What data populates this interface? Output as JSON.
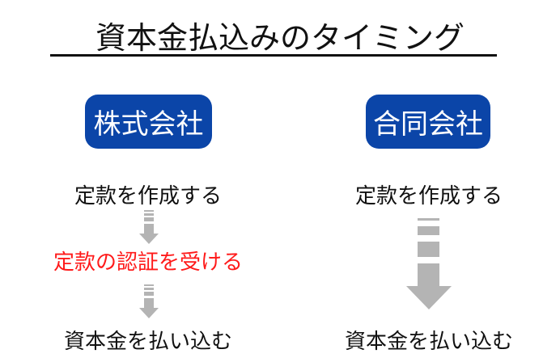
{
  "title": "資本金払込みのタイミング",
  "colors": {
    "box": "#0b45a8",
    "highlight": "#ff1a1a",
    "arrow": "#b4b4b4"
  },
  "left": {
    "heading": "株式会社",
    "steps": [
      "定款を作成する",
      "定款の認証を受ける",
      "資本金を払い込む"
    ]
  },
  "right": {
    "heading": "合同会社",
    "steps": [
      "定款を作成する",
      "資本金を払い込む"
    ]
  }
}
